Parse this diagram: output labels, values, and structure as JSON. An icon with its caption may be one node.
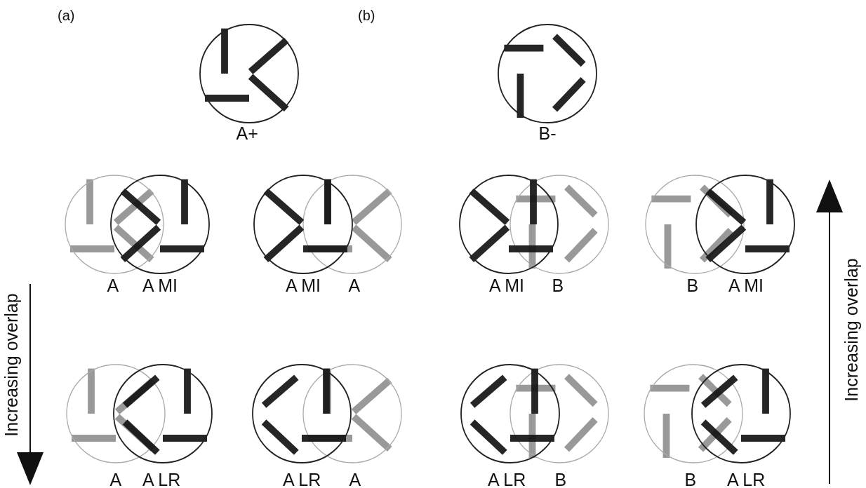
{
  "diagram": {
    "labels": [
      "(a)",
      "(b)",
      "A+",
      "B-",
      "A",
      "A MI",
      "A MI",
      "A",
      "A MI",
      "B",
      "B",
      "A MI",
      "Increasing overlap",
      "Increasing overlap",
      "A",
      "A LR",
      "A LR",
      "A",
      "A LR",
      "B",
      "B",
      "A LR"
    ]
  }
}
